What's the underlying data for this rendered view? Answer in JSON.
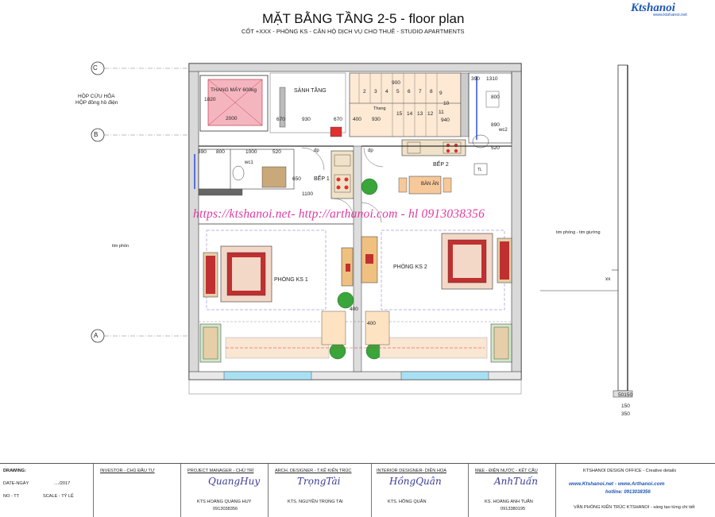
{
  "header": {
    "title": "MẶT BẰNG TẦNG 2-5 -  floor plan",
    "subtitle": "CỐT +XXX - PHÒNG KS - CĂN HỘ DỊCH VỤ CHO THUÊ - STUDIO APARTMENTS"
  },
  "logo": {
    "brand": "Ktshanoi",
    "url": "www.ktshanoi.net"
  },
  "watermark": "https://ktshanoi.net- http://arthanoi.com - hl 0913038356",
  "plan": {
    "grid_c": "C",
    "grid_b": "B",
    "grid_a": "A",
    "hop_cuu_hoa": "HỘP CỨU HỎA",
    "hop_dong_ho": "HỘP đồng hồ điện",
    "tim_phong_left": "tim phòn",
    "tim_phong_right": "tim phòng - tim giường",
    "thang_may": "THANG MÁY 600kg",
    "sanh_tang": "SẢNH TẦNG",
    "thang": "Thang",
    "bep1": "BẾP 1",
    "bep2": "BẾP 2",
    "ban_an": "BÀN ĂN",
    "phong_ks1": "PHÒNG KS 1",
    "phong_ks2": "PHÒNG KS 2",
    "wc1": "wc1",
    "wc2": "wc2",
    "dp1": "dp",
    "dp2": "dp",
    "tl": "TL",
    "dims": {
      "d1820": "1820",
      "d2000": "2000",
      "d670a": "670",
      "d930a": "930",
      "d670b": "670",
      "d400": "400",
      "d930b": "930",
      "d940": "940",
      "d900": "900",
      "d390a": "390",
      "d1310": "1310",
      "d800a": "800",
      "d890": "890",
      "d520a": "520",
      "d390b": "390",
      "d800b": "800",
      "d1000": "1000",
      "d520b": "520",
      "d650": "650",
      "d1100": "1100",
      "d400b": "400",
      "d400c": "400",
      "d50150": "50150",
      "d150": "150",
      "d350": "350",
      "dxx": "xx",
      "stairs": [
        "2",
        "3",
        "4",
        "5",
        "6",
        "7",
        "8",
        "9",
        "10",
        "11",
        "12",
        "13",
        "14",
        "15"
      ]
    }
  },
  "titleblock": {
    "drawing": "DRAWING:",
    "date_label": "DATE-NGÀY",
    "date_value": "..../2017",
    "no": "NO - TT",
    "scale": "SCALE - TỶ LỆ",
    "investor": "INVESTOR - CHỦ ĐẦU TƯ",
    "pm_title": "PROJECT MANAGER - CHỦ TRÌ",
    "pm_sig": "QuangHuy",
    "pm_name": "KTS HOÀNG QUANG HUY",
    "pm_phone": "0913038356",
    "arch_title": "ARCH. DESIGNER - T.KẾ KIẾN TRÚC",
    "arch_sig": "TrọngTài",
    "arch_name": "KTS. NGUYỄN TRỌNG TÀI",
    "int_title": "INTERIOR DESIGNER- DIỄN HỌA",
    "int_sig": "HồngQuân",
    "int_name": "KTS. HỒNG QUÂN",
    "me_title": "M&E - ĐIỆN NƯỚC - KẾT CẤU",
    "me_sig": "AnhTuấn",
    "me_name": "KS. HOÀNG ANH TUẤN",
    "me_phone": "0913380195",
    "office_title": "KTSHANOI  DESIGN OFFICE - Creative details",
    "office_links": "www.Ktshanoi.net - www.Arthanoi.com",
    "office_hotline": "hotline: 0913038356",
    "office_footer": "VĂN PHÒNG KIẾN TRÚC KTSHANOI  - sáng tạo từng chi tiết"
  }
}
